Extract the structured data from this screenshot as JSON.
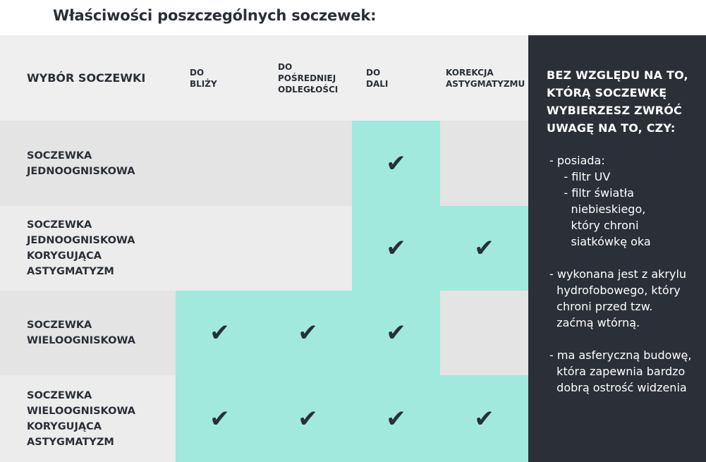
{
  "title": "Właściwości poszczególnych soczewek:",
  "table": {
    "header": {
      "main": "WYBÓR SOCZEWKI",
      "columns": [
        "DO\nBLIŻY",
        "DO\nPOŚREDNIEJ\nODLEGŁOŚCI",
        "DO\nDALI",
        "KOREKCJA\nASTYGMATYZMU"
      ]
    },
    "check_symbol": "✔",
    "rows": [
      {
        "label": "SOCZEWKA\nJEDNOOGNISKOWA",
        "checks": [
          "",
          "",
          "✔",
          ""
        ]
      },
      {
        "label": "SOCZEWKA\nJEDNOOGNISKOWA\nKORYGUJĄCA\nASTYGMATYZM",
        "checks": [
          "",
          "",
          "✔",
          "✔"
        ]
      },
      {
        "label": "SOCZEWKA\nWIELOOGNISKOWA",
        "checks": [
          "✔",
          "✔",
          "✔",
          ""
        ]
      },
      {
        "label": "SOCZEWKA\nWIELOOGNISKOWA\nKORYGUJĄCA\nASTYGMATYZM",
        "checks": [
          "✔",
          "✔",
          "✔",
          "✔"
        ]
      }
    ]
  },
  "side": {
    "heading": "BEZ WZGLĘDU NA TO,\nKTÓRĄ SOCZEWKĘ\nWYBIERZESZ ZWRÓĆ\nUWAGĘ NA TO, CZY:",
    "body": "- posiada:\n    - filtr UV\n    - filtr światła\n      niebieskiego,\n      który chroni\n      siatkówkę oka\n\n- wykonana jest z akrylu\n  hydrofobowego, który\n  chroni przed tzw.\n  zaćmą wtórną.\n\n- ma asferyczną budowę,\n  która zapewnia bardzo\n  dobrą ostrość widzenia"
  },
  "colors": {
    "dark": "#2b2f38",
    "teal": "#a0e9dc",
    "gray_header": "#efefef",
    "gray_row_a": "#e4e4e4",
    "gray_row_b": "#ececec"
  }
}
